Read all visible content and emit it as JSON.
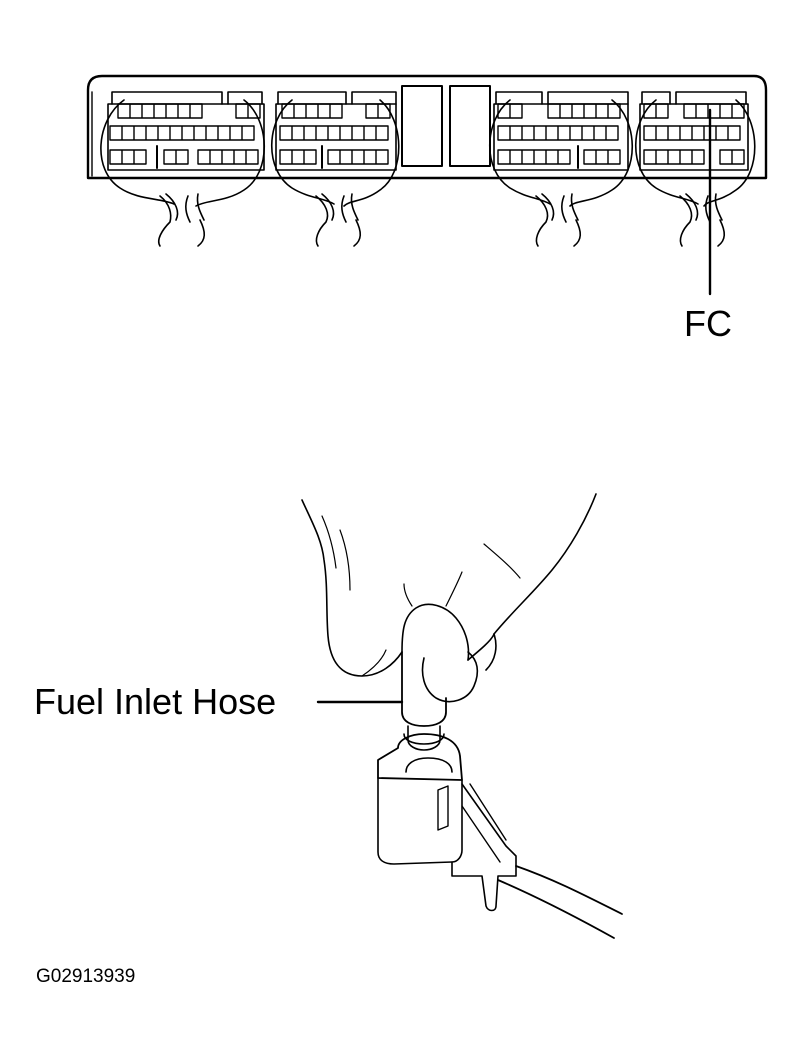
{
  "labels": {
    "connector_pin": "FC",
    "hose": "Fuel Inlet Hose",
    "figure_code": "G02913939"
  },
  "colors": {
    "line": "#000000",
    "background": "#ffffff"
  }
}
